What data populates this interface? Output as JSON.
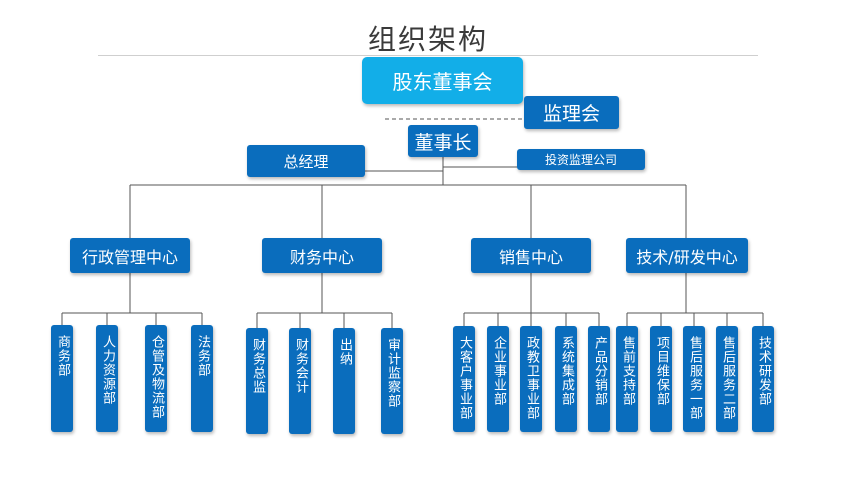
{
  "title": "组织架构",
  "top": {
    "shareholders": "股东董事会",
    "supervisors": "监理会",
    "chairman": "董事长",
    "gm": "总经理",
    "investment": "投资监理公司"
  },
  "centers": [
    {
      "label": "行政管理中心",
      "depts": [
        "商务部",
        "人力资源部",
        "仓管及物流部",
        "法务部"
      ]
    },
    {
      "label": "财务中心",
      "depts": [
        "财务总监",
        "财务会计",
        "出纳",
        "审计监察部"
      ]
    },
    {
      "label": "销售中心",
      "depts": [
        "大客户事业部",
        "企业事业部",
        "政教卫事业部",
        "系统集成部",
        "产品分销部"
      ]
    },
    {
      "label": "技术/研发中心",
      "depts": [
        "售前支持部",
        "项目维保部",
        "售后服务一部",
        "售后服务二部",
        "技术研发部"
      ]
    }
  ],
  "colors": {
    "box": "#0a6dbd",
    "highlight": "#12aee8",
    "line": "#555555"
  }
}
